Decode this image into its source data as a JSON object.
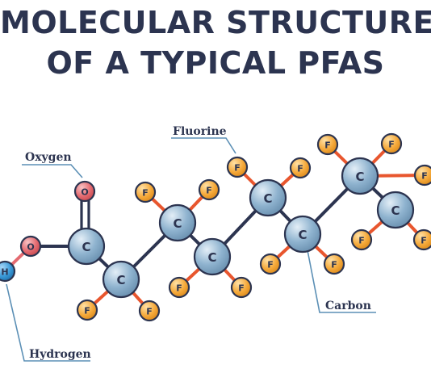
{
  "title": {
    "line1": "MOLECULAR STRUCTURE",
    "line2": "OF A TYPICAL PFAS"
  },
  "labels": {
    "fluorine": "Fluorine",
    "oxygen": "Oxygen",
    "carbon": "Carbon",
    "hydrogen": "Hydrogen"
  },
  "atom_symbols": {
    "carbon": "C",
    "fluorine": "F",
    "oxygen": "O",
    "hydrogen": "H"
  },
  "colors": {
    "title": "#2c3450",
    "carbon": "#8fb3cf",
    "fluorine": "#f5a93a",
    "oxygen": "#e46a70",
    "hydrogen": "#3a9ad9",
    "bond": "#2c3450",
    "fluorine_bond": "#e8562e",
    "leader": "#5b8fb5"
  }
}
